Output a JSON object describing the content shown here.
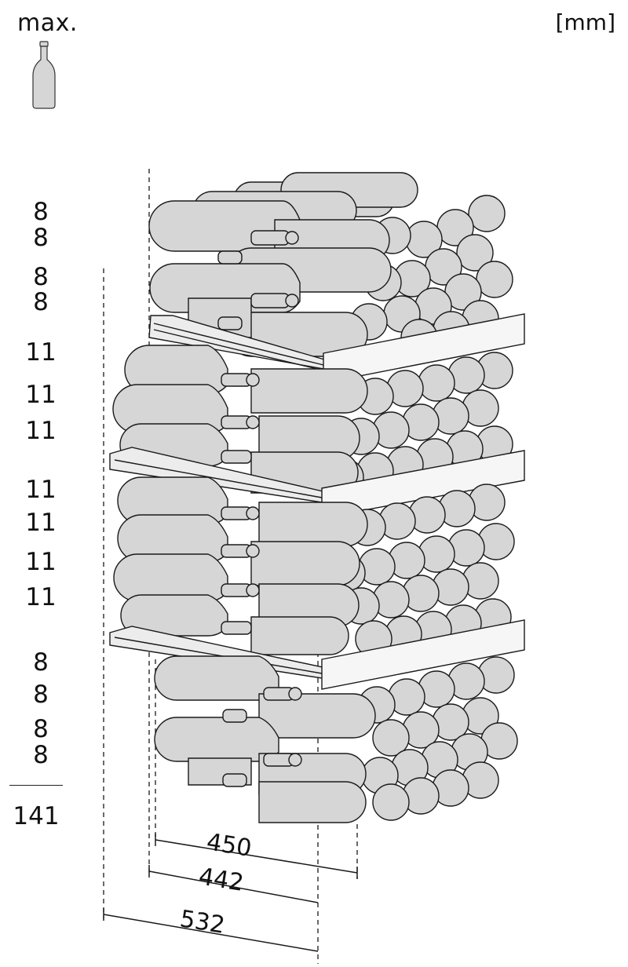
{
  "header": {
    "max_label": "max.",
    "unit_label": "[mm]"
  },
  "icons": {
    "bottle": "wine-bottle-icon"
  },
  "shelf_counts": [
    "8",
    "8",
    "8",
    "8",
    "11",
    "11",
    "11",
    "11",
    "11",
    "11",
    "11",
    "8",
    "8",
    "8",
    "8"
  ],
  "total_count": "141",
  "dimensions": {
    "inner_width": "450",
    "mid_width": "442",
    "outer_width": "532"
  },
  "colors": {
    "bottle_fill": "#d6d6d6",
    "shelf_front": "#f6f6f6",
    "line": "#1a1a1a"
  }
}
